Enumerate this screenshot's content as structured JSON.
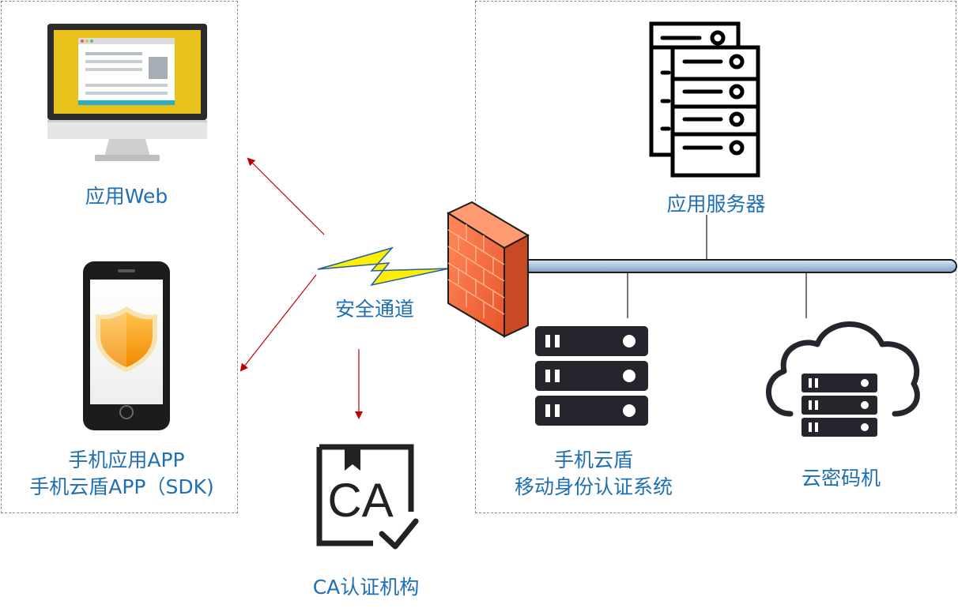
{
  "client_group": {
    "web_label": "应用Web",
    "app_label_1": "手机应用APP",
    "app_label_2": "手机云盾APP（SDK)"
  },
  "channel": {
    "label": "安全通道"
  },
  "ca": {
    "icon_text": "CA",
    "label": "CA认证机构"
  },
  "server_group": {
    "app_server_label": "应用服务器",
    "shield_label_1": "手机云盾",
    "shield_label_2": "移动身份认证系统",
    "hsm_label": "云密码机"
  },
  "colors": {
    "label_blue": "#1f6fb2",
    "arrow_red": "#c00000",
    "firewall_orange": "#f26b3a",
    "bolt_yellow": "#ffee00",
    "server_dark": "#26252d",
    "bus_blue": "#a9c4dd"
  }
}
